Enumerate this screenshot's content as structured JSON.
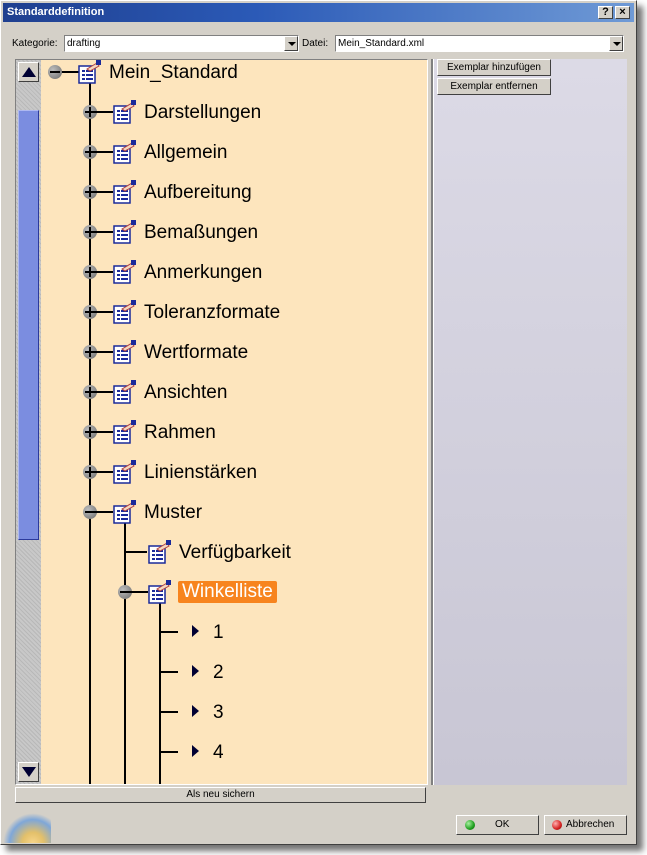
{
  "window": {
    "title": "Standarddefinition",
    "help_button": "?",
    "close_button": "×"
  },
  "toolbar": {
    "kategorie_label": "Kategorie:",
    "kategorie_value": "drafting",
    "datei_label": "Datei:",
    "datei_value": "Mein_Standard.xml"
  },
  "tree": {
    "root": "Mein_Standard",
    "children": [
      "Darstellungen",
      "Allgemein",
      "Aufbereitung",
      "Bemaßungen",
      "Anmerkungen",
      "Toleranzformate",
      "Wertformate",
      "Ansichten",
      "Rahmen",
      "Linienstärken"
    ],
    "muster": {
      "label": "Muster",
      "children": [
        "Verfügbarkeit"
      ],
      "winkelliste": {
        "label": "Winkelliste",
        "selected": true,
        "items": [
          "1",
          "2",
          "3",
          "4"
        ]
      }
    }
  },
  "side_buttons": {
    "add": "Exemplar hinzufügen",
    "remove": "Exemplar entfernen"
  },
  "footer": {
    "save_as_new": "Als neu sichern",
    "ok": "OK",
    "cancel": "Abbrechen"
  },
  "icons": {
    "tree_node": "standard-document-icon",
    "leaf": "arrow-right-icon",
    "ok_status": "green-dot-icon",
    "cancel_status": "red-dot-icon"
  },
  "colors": {
    "tree_background": "#fde5bd",
    "selection": "#f7841e",
    "title_bar": "#2b5ab7",
    "scroll_thumb": "#7b8de0"
  }
}
